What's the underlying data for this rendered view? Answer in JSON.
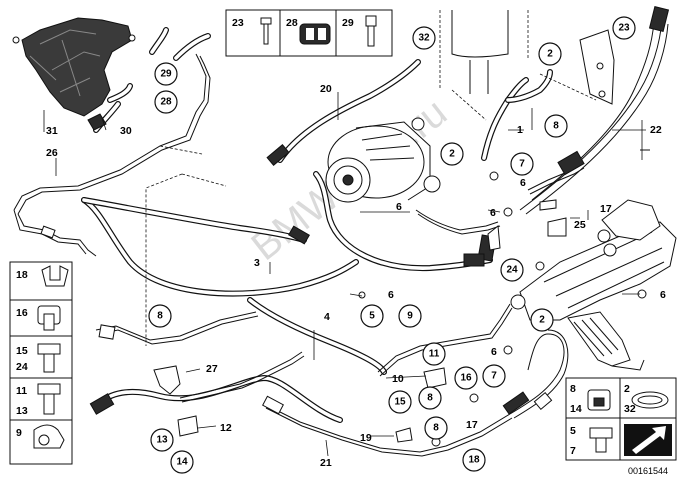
{
  "watermark": "BMWatore.ru",
  "diagram_id": "00161544",
  "labels": {
    "p1": "1",
    "p3": "3",
    "p4": "4",
    "p6a": "6",
    "p6b": "6",
    "p6c": "6",
    "p6d": "6",
    "p10": "10",
    "p12": "12",
    "p17": "17",
    "p19": "19",
    "p20": "20",
    "p21": "21",
    "p22": "22",
    "p25": "25",
    "p26": "26",
    "p27": "27",
    "p30": "30",
    "p31": "31"
  },
  "circled": {
    "c32": "32",
    "c2a": "2",
    "c2b": "2",
    "c2c": "2",
    "c23": "23",
    "c29": "29",
    "c28": "28",
    "c8a": "8",
    "c8b": "8",
    "c8c": "8",
    "c8d": "8",
    "c7a": "7",
    "c7b": "7",
    "c9": "9",
    "c5": "5",
    "c11": "11",
    "c16": "16",
    "c15": "15",
    "c13": "13",
    "c14": "14",
    "c18": "18",
    "c24": "24"
  },
  "top_legend": [
    "23",
    "28",
    "29"
  ],
  "left_legend": [
    {
      "top": "18",
      "bottom": ""
    },
    {
      "top": "16",
      "bottom": ""
    },
    {
      "top": "15",
      "bottom": "24"
    },
    {
      "top": "11",
      "bottom": "13"
    },
    {
      "top": "9",
      "bottom": ""
    }
  ],
  "right_legend": [
    {
      "top": "8",
      "bottom": "14"
    },
    {
      "top": "2",
      "bottom": "32"
    },
    {
      "top": "5",
      "bottom": "7"
    }
  ]
}
